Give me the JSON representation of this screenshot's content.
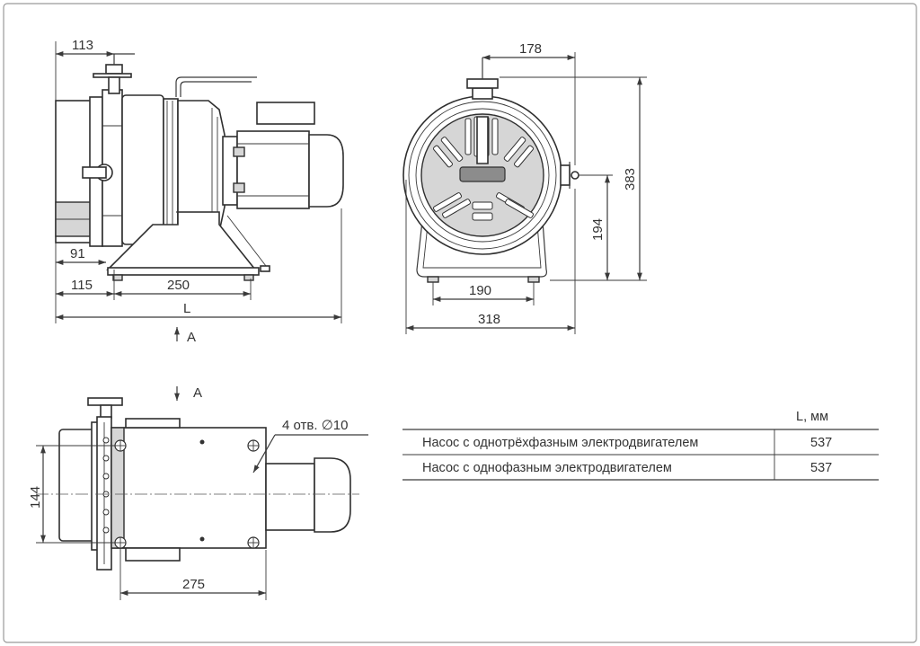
{
  "dimensions": {
    "d113": "113",
    "d91": "91",
    "d115": "115",
    "d250": "250",
    "dL": "L",
    "dA_top": "A",
    "dA_bottom": "A",
    "d178": "178",
    "d383": "383",
    "d194": "194",
    "d190": "190",
    "d318": "318",
    "d144": "144",
    "d275": "275",
    "holes": "4 отв. ∅10"
  },
  "table": {
    "unit_header": "L, мм",
    "rows": [
      {
        "label": "Насос с однотрёхфазным электродвигателем",
        "value": "537"
      },
      {
        "label": "Насос с однофазным электродвигателем",
        "value": "537"
      }
    ]
  },
  "colors": {
    "frame": "#9a9a9a",
    "line": "#3a3a3a",
    "fill_grey": "#d6d6d6"
  }
}
